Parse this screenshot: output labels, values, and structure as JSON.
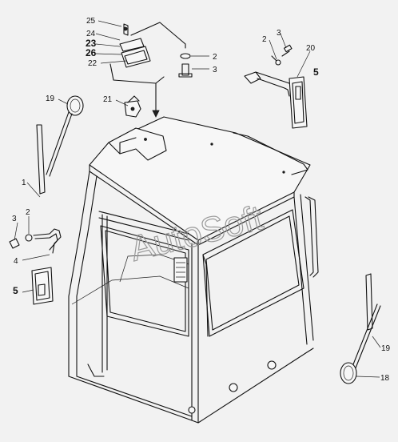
{
  "watermark": "AutoSoft",
  "callouts": {
    "c25": "25",
    "c24": "24",
    "c23": "23",
    "c26": "26",
    "c22": "22",
    "c2_top": "2",
    "c3_top": "3",
    "c2_right": "2",
    "c3_right": "3",
    "c20": "20",
    "c5_right": "5",
    "c19_left": "19",
    "c21": "21",
    "c1": "1",
    "c3_left": "3",
    "c2_left": "2",
    "c4": "4",
    "c5_left": "5",
    "c19_right": "19",
    "c18": "18"
  }
}
